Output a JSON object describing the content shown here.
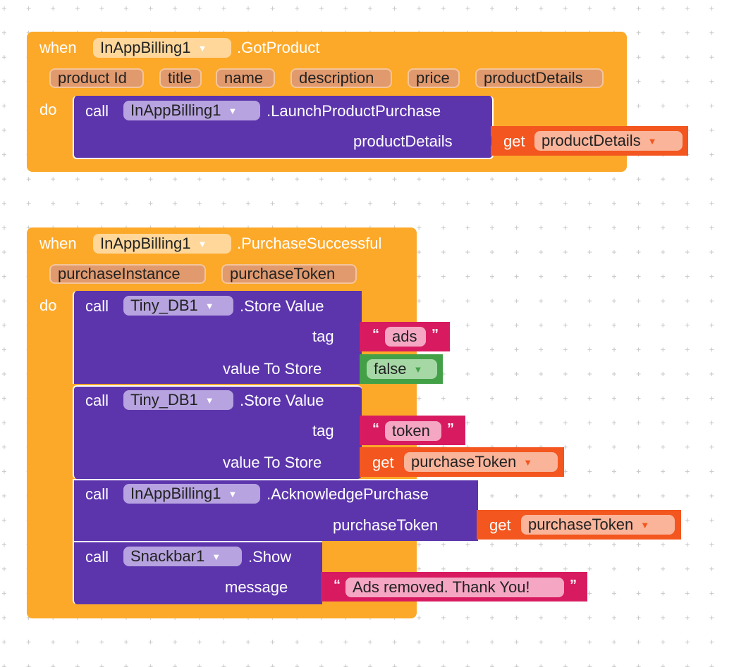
{
  "canvas": {
    "background": "#ffffff",
    "grid_color": "#c8c8c8"
  },
  "colors": {
    "event": "#fca92a",
    "procedure": "#5c35ad",
    "getter": "#f3561e",
    "text": "#d81b60",
    "logic": "#43a047"
  },
  "block1": {
    "when": "when",
    "component": "InAppBilling1",
    "event": ".GotProduct",
    "params": [
      "product Id",
      "title",
      "name",
      "description",
      "price",
      "productDetails"
    ],
    "do": "do",
    "call": {
      "call": "call",
      "component": "InAppBilling1",
      "method": ".LaunchProductPurchase",
      "arg_label": "productDetails",
      "get": "get",
      "get_value": "productDetails"
    }
  },
  "block2": {
    "when": "when",
    "component": "InAppBilling1",
    "event": ".PurchaseSuccessful",
    "params": [
      "purchaseInstance",
      "purchaseToken"
    ],
    "do": "do",
    "store1": {
      "call": "call",
      "component": "Tiny_DB1",
      "method": ".Store Value",
      "tag_label": "tag",
      "tag_open_quote": "“",
      "tag_value": "ads",
      "tag_close_quote": "”",
      "value_label": "value To Store",
      "value": "false"
    },
    "store2": {
      "call": "call",
      "component": "Tiny_DB1",
      "method": ".Store Value",
      "tag_label": "tag",
      "tag_open_quote": "“",
      "tag_value": "token",
      "tag_close_quote": "”",
      "value_label": "value To Store",
      "get": "get",
      "get_value": "purchaseToken"
    },
    "ack": {
      "call": "call",
      "component": "InAppBilling1",
      "method": ".AcknowledgePurchase",
      "arg_label": "purchaseToken",
      "get": "get",
      "get_value": "purchaseToken"
    },
    "snack": {
      "call": "call",
      "component": "Snackbar1",
      "method": ".Show",
      "arg_label": "message",
      "open_quote": "“",
      "message": "Ads removed. Thank You!",
      "close_quote": "”"
    }
  }
}
